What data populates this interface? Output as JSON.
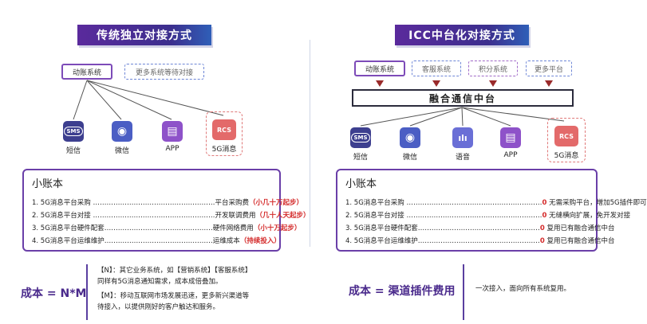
{
  "left": {
    "title": "传统独立对接方式",
    "source_box": "动账系统",
    "more_box": "更多系统等待对接",
    "icons": [
      {
        "name": "sms-icon",
        "label": "短信",
        "glyph": "SMS",
        "color": "#3d3f8f"
      },
      {
        "name": "wechat-icon",
        "label": "微信",
        "glyph": "◉",
        "color": "#4b5ec4"
      },
      {
        "name": "app-icon",
        "label": "APP",
        "glyph": "▤",
        "color": "#8e52c9"
      },
      {
        "name": "rcs-icon",
        "label": "5G消息",
        "glyph": "RCS",
        "color": "#e36a6a"
      }
    ],
    "ledger": {
      "title": "小账本",
      "rows": [
        {
          "item": "1. 5G消息平台采购 ………………………………………………平台采购费",
          "value": "（小几十万起步）"
        },
        {
          "item": "2. 5G消息平台对接 ………………………………………………开发联调费用",
          "value": "（几十人天起步）"
        },
        {
          "item": "3. 5G消息平台硬件配套…………………………………………硬件网络费用",
          "value": "（小十万起步）"
        },
        {
          "item": "4. 5G消息平台运维维护…………………………………………运维成本",
          "value": "（持续投入）"
        }
      ]
    },
    "cost": "成本 = N*M",
    "notes": [
      "【N】：其它业务系统，如【营销系统】【客服系统】",
      "同样有5G消息通知需求，成本成倍叠加。",
      "【M】：移动互联网市场发展迅速，更多新兴渠道等",
      "待接入，以提供刚好的客户触达和服务。"
    ]
  },
  "right": {
    "title": "ICC中台化对接方式",
    "sources": [
      "动账系统",
      "客服系统",
      "积分系统",
      "更多平台"
    ],
    "hub": "融合通信中台",
    "icons": [
      {
        "name": "sms-icon",
        "label": "短信",
        "glyph": "SMS",
        "color": "#3d3f8f"
      },
      {
        "name": "wechat-icon",
        "label": "微信",
        "glyph": "◉",
        "color": "#4b5ec4"
      },
      {
        "name": "voice-icon",
        "label": "语音",
        "glyph": "ılı",
        "color": "#6a6fd6"
      },
      {
        "name": "app-icon",
        "label": "APP",
        "glyph": "▤",
        "color": "#8e52c9"
      },
      {
        "name": "rcs-icon",
        "label": "5G消息",
        "glyph": "RCS",
        "color": "#e36a6a"
      }
    ],
    "ledger": {
      "title": "小账本",
      "rows": [
        {
          "item": "1. 5G消息平台采购 ……………………………………………………",
          "zero": "0",
          "desc": "无需采购平台，增加5G插件即可"
        },
        {
          "item": "2. 5G消息平台对接 ……………………………………………………",
          "zero": "0",
          "desc": "无缝横向扩展，免开发对接"
        },
        {
          "item": "3. 5G消息平台硬件配套………………………………………………",
          "zero": "0",
          "desc": "复用已有融合通信中台"
        },
        {
          "item": "4. 5G消息平台运维维护………………………………………………",
          "zero": "0",
          "desc": "复用已有融合通信中台"
        }
      ]
    },
    "cost": "成本 = 渠道插件费用",
    "note": "一次接入，面向所有系统复用。"
  }
}
